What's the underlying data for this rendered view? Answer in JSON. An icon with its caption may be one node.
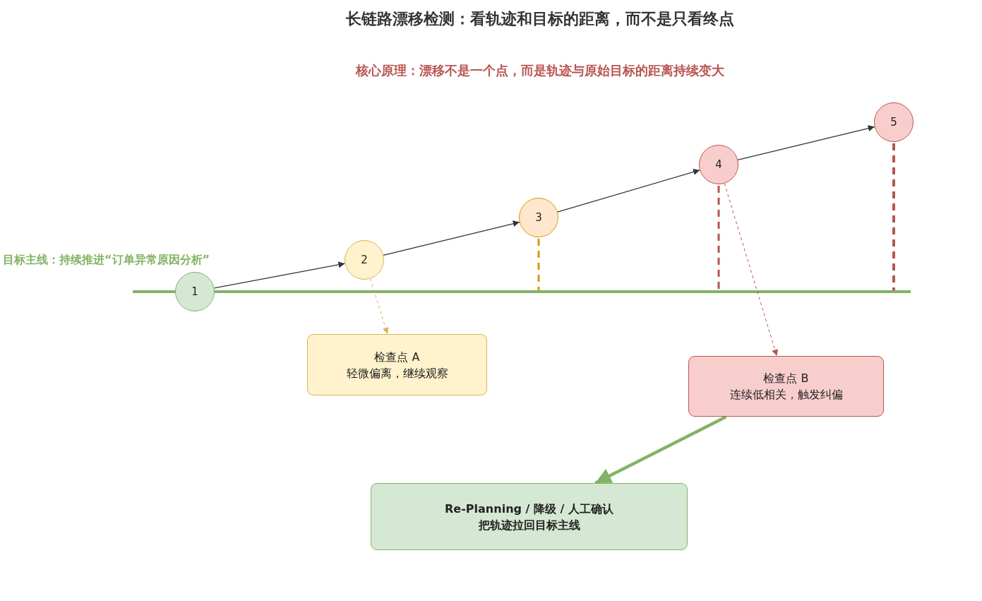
{
  "diagram": {
    "title": "长链路漂移检测：看轨迹和目标的距离，而不是只看终点",
    "nodes": [
      {
        "text": [
          "1"
        ]
      },
      {
        "text": [
          "2"
        ]
      },
      {
        "text": [
          "3"
        ]
      },
      {
        "text": [
          "4"
        ]
      },
      {
        "text": [
          "5"
        ]
      },
      {
        "text": [
          "检查点 A",
          "轻微偏离，继续观察"
        ]
      },
      {
        "text": [
          "检查点 B",
          "连续低相关，触发纠偏"
        ]
      },
      {
        "text": [
          "Re-Planning / 降级 / 人工确认",
          "把轨迹拉回目标主线"
        ]
      }
    ],
    "edges": [
      {
        "from": 0,
        "to": 1,
        "arrow": "to"
      },
      {
        "from": 1,
        "to": 2,
        "arrow": "to"
      },
      {
        "from": 2,
        "to": 3,
        "arrow": "to"
      },
      {
        "from": 3,
        "to": 4,
        "arrow": "to"
      },
      {
        "from": 1,
        "to": 5,
        "arrow": "to",
        "style": "dashed",
        "color": "#d6b656"
      },
      {
        "from": 3,
        "to": 6,
        "arrow": "to",
        "style": "dashed",
        "color": "#b85450"
      },
      {
        "from": 6,
        "to": 7,
        "arrow": "to",
        "style": "thick",
        "color": "#82b366"
      }
    ],
    "labels": [
      "核心原理：漂移不是一个点，而是轨迹与原始目标的距离持续变大",
      "目标主线：持续推进“订单异常原因分析”"
    ]
  }
}
